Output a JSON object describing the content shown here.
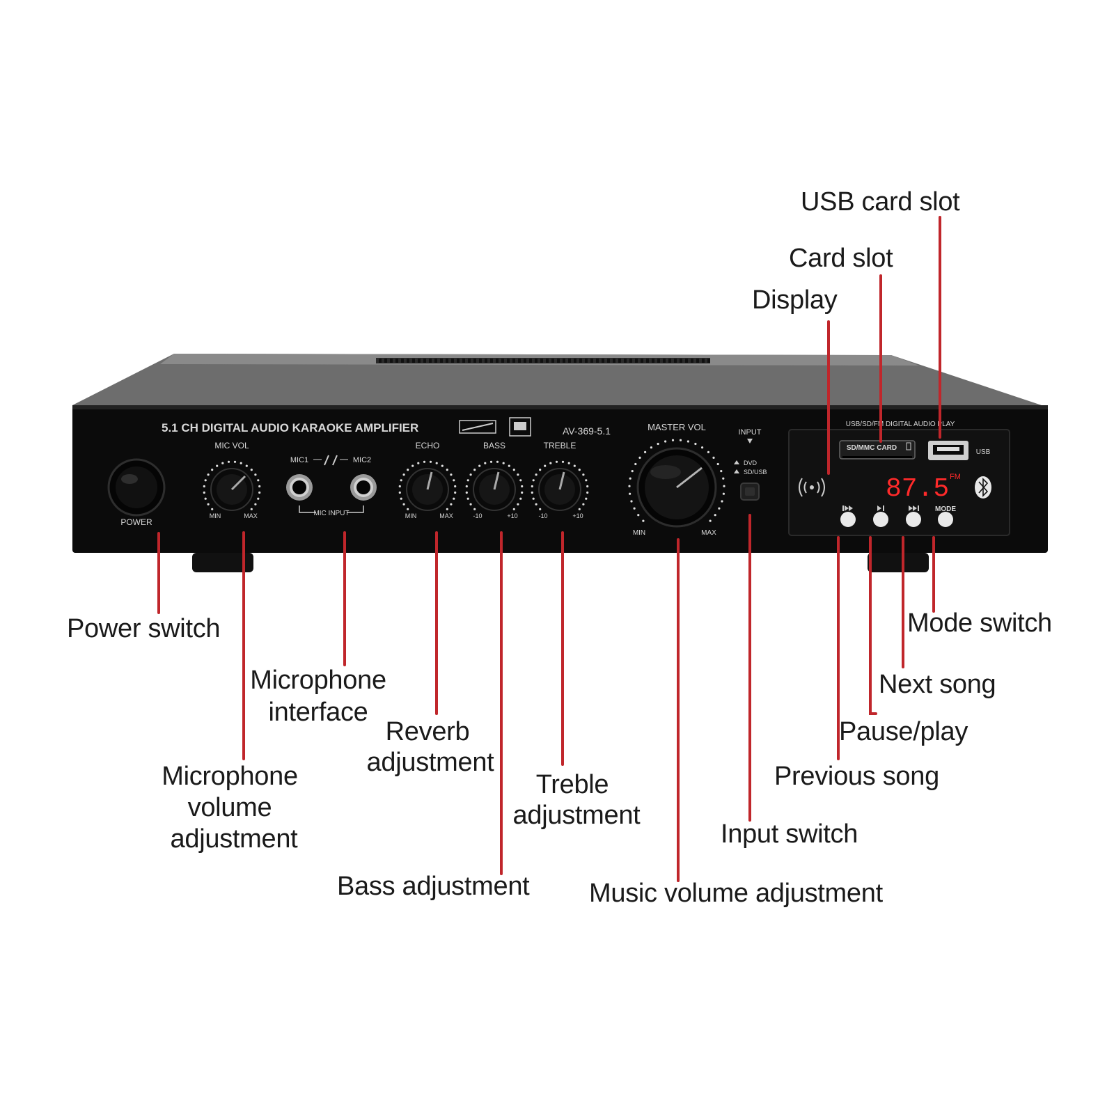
{
  "amplifier": {
    "model_title": "5.1 CH DIGITAL AUDIO KARAOKE AMPLIFIER",
    "model_number": "AV-369-5.1",
    "power_label": "POWER",
    "mic_vol_label": "MIC VOL",
    "mic1_label": "MIC1",
    "mic2_label": "MIC2",
    "mic_input_label": "MIC INPUT",
    "echo_label": "ECHO",
    "bass_label": "BASS",
    "treble_label": "TREBLE",
    "master_vol_label": "MASTER VOL",
    "input_label": "INPUT",
    "dvd_label": "DVD",
    "sd_usb_label": "SD/USB",
    "media_header": "USB/SD/FM DIGITAL AUDIO PLAY",
    "sd_card_label": "SD/MMC CARD",
    "usb_label": "USB",
    "display_value": "87.5",
    "fm_label": "FM",
    "mode_label": "MODE",
    "min_label": "MIN",
    "max_label": "MAX",
    "minus10_label": "-10",
    "plus10_label": "+10",
    "colors": {
      "body": "#0d0d0d",
      "top": "#6a6a6a",
      "display_red": "#ff2a2a",
      "leader": "#c0262b"
    }
  },
  "callouts": {
    "usb_card_slot": "USB card slot",
    "card_slot": "Card slot",
    "display": "Display",
    "power_switch": "Power switch",
    "microphone_interface_1": "Microphone",
    "microphone_interface_2": "interface",
    "mic_volume_1": "Microphone",
    "mic_volume_2": "volume",
    "mic_volume_3": "adjustment",
    "reverb_1": "Reverb",
    "reverb_2": "adjustment",
    "treble_1": "Treble",
    "treble_2": "adjustment",
    "bass": "Bass adjustment",
    "music_volume": "Music volume adjustment",
    "input_switch": "Input switch",
    "previous_song": "Previous song",
    "pause_play": "Pause/play",
    "next_song": "Next song",
    "mode_switch": "Mode switch"
  }
}
